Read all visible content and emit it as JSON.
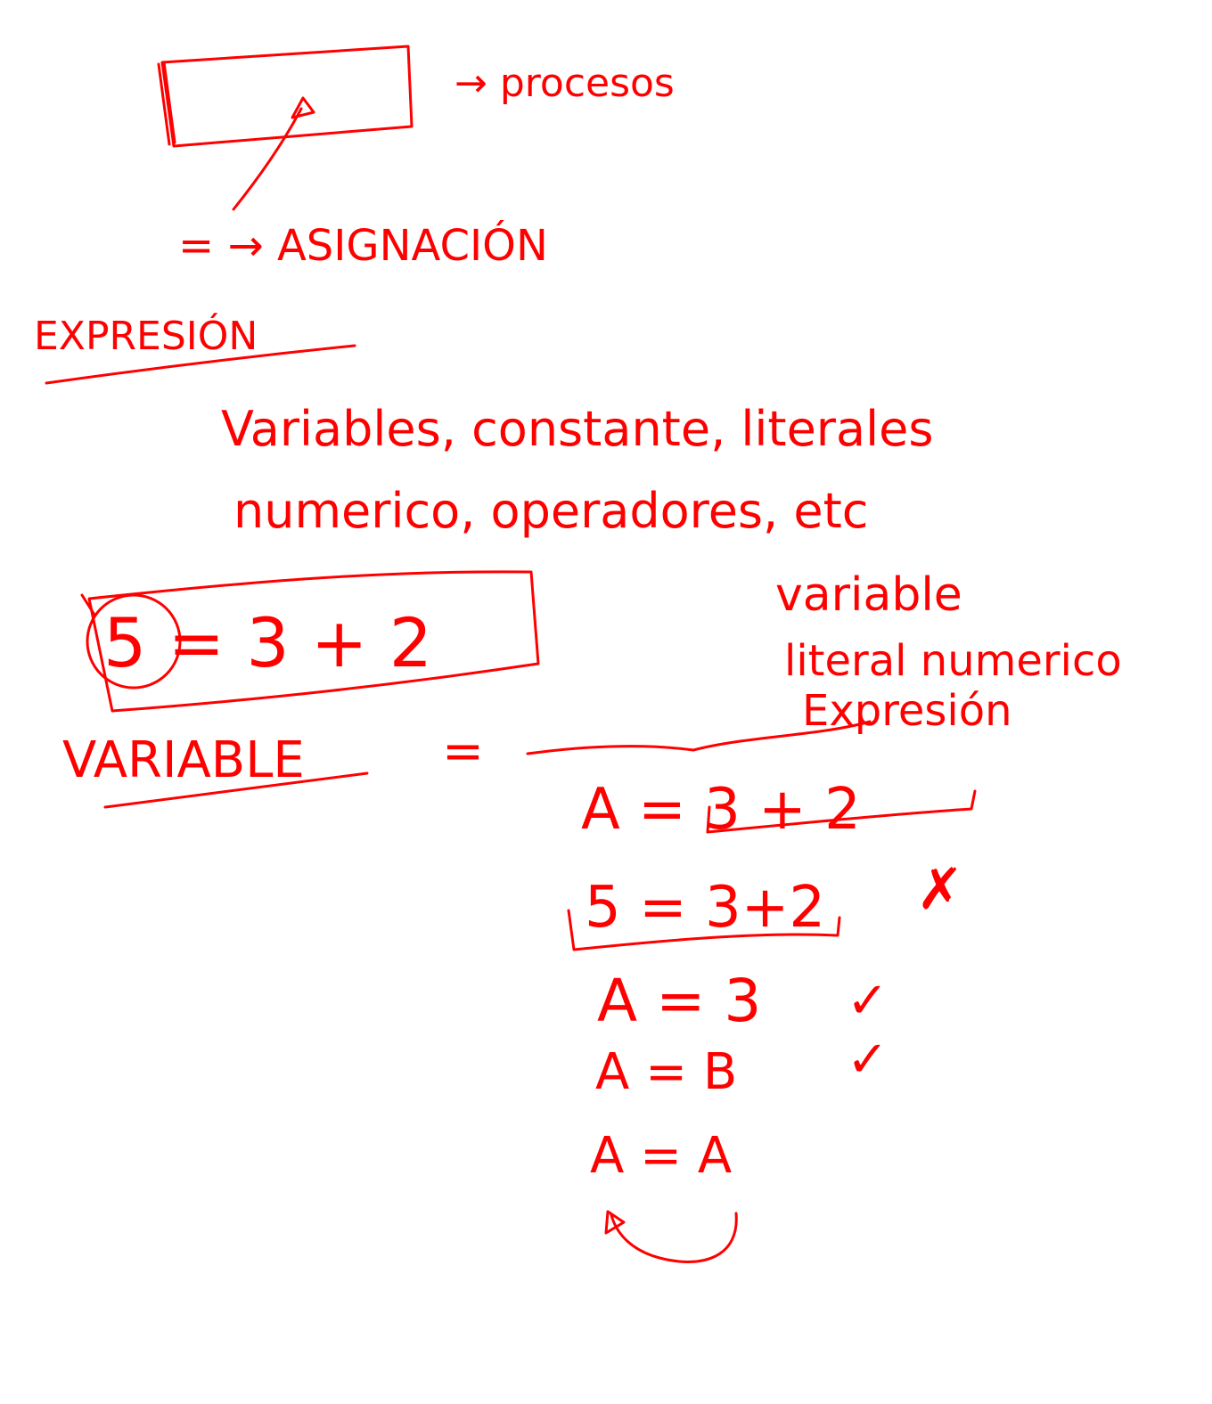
{
  "ink_color": "#ff0000",
  "background_color": "#ffffff",
  "top": {
    "process_label": "→ procesos",
    "assign_label": "= → ASIGNACIÓN"
  },
  "expresion": {
    "heading": "EXPRESIÓN",
    "line1": "Variables, constante, literales",
    "line2": "numerico, operadores, etc"
  },
  "example": {
    "boxed_equation": "5 = 3 + 2",
    "variable_note": "variable",
    "literal_note": "literal numerico",
    "expression_note": "Expresión",
    "variable_heading": "VARIABLE",
    "equals_sign": "="
  },
  "rules": [
    {
      "expression": "A = 3 + 2",
      "mark": "",
      "mark_icon": ""
    },
    {
      "expression": "5 = 3+2",
      "mark": "✗",
      "mark_icon": "cross-icon"
    },
    {
      "expression": "A = 3",
      "mark": "✓",
      "mark_icon": "check-icon"
    },
    {
      "expression": "A = B",
      "mark": "✓",
      "mark_icon": "check-icon"
    },
    {
      "expression": "A = A",
      "mark": "",
      "mark_icon": "loop-arrow-icon"
    }
  ]
}
